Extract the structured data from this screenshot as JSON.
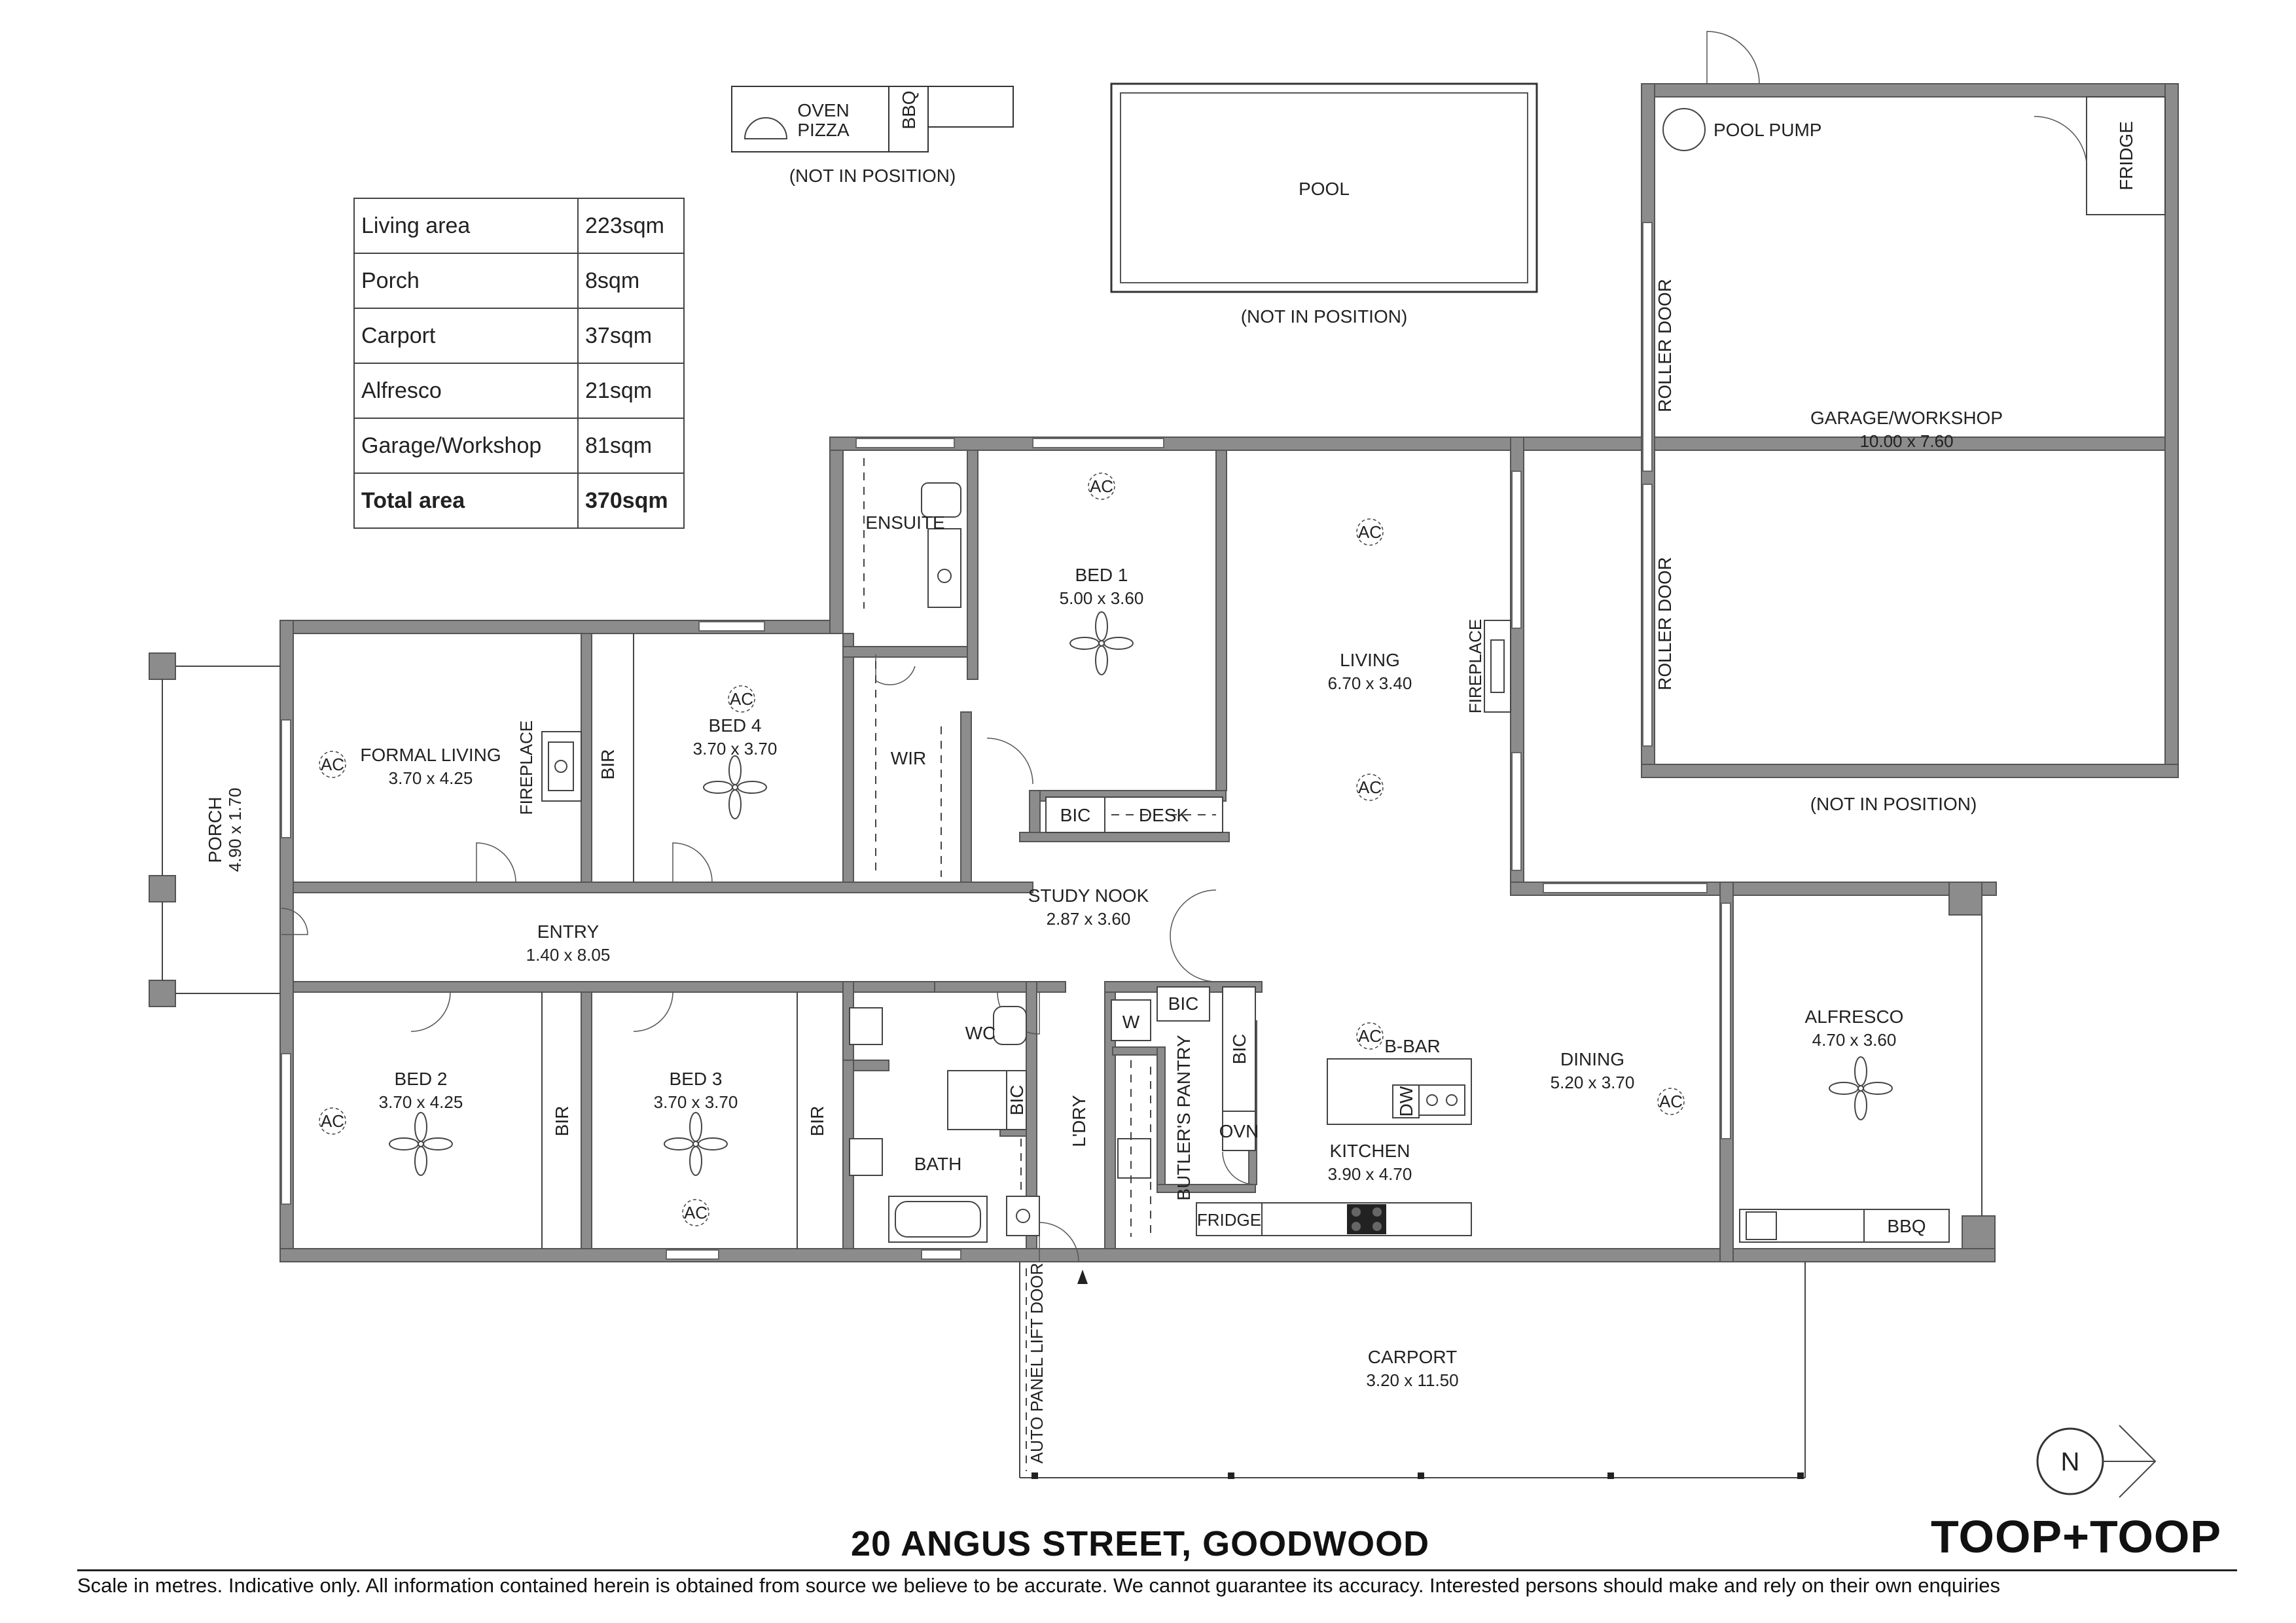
{
  "areas": [
    {
      "label": "Living area",
      "value": "223sqm"
    },
    {
      "label": "Porch",
      "value": "8sqm"
    },
    {
      "label": "Carport",
      "value": "37sqm"
    },
    {
      "label": "Alfresco",
      "value": "21sqm"
    },
    {
      "label": "Garage/Workshop",
      "value": "81sqm"
    },
    {
      "label": "Total area",
      "value": "370sqm"
    }
  ],
  "rooms": {
    "bed1": {
      "name": "BED 1",
      "dims": "5.00 x 3.60"
    },
    "bed2": {
      "name": "BED 2",
      "dims": "3.70 x 4.25"
    },
    "bed3": {
      "name": "BED 3",
      "dims": "3.70 x 3.70"
    },
    "bed4": {
      "name": "BED 4",
      "dims": "3.70 x 3.70"
    },
    "formal_living": {
      "name": "FORMAL LIVING",
      "dims": "3.70 x 4.25"
    },
    "living": {
      "name": "LIVING",
      "dims": "6.70 x 3.40"
    },
    "study": {
      "name": "STUDY NOOK",
      "dims": "2.87 x 3.60"
    },
    "entry": {
      "name": "ENTRY",
      "dims": "1.40 x 8.05"
    },
    "porch": {
      "name": "PORCH",
      "dims": "4.90 x 1.70"
    },
    "dining": {
      "name": "DINING",
      "dims": "5.20 x 3.70"
    },
    "kitchen": {
      "name": "KITCHEN",
      "dims": "3.90 x 4.70"
    },
    "alfresco": {
      "name": "ALFRESCO",
      "dims": "4.70 x 3.60"
    },
    "carport": {
      "name": "CARPORT",
      "dims": "3.20 x 11.50"
    },
    "garage": {
      "name": "GARAGE/WORKSHOP",
      "dims": "10.00 x 7.60"
    }
  },
  "labels": {
    "ensuite": "ENSUITE",
    "wir": "WIR",
    "bir": "BIR",
    "bic": "BIC",
    "desk": "DESK",
    "wc": "WC",
    "bath": "BATH",
    "laundry": "L'DRY",
    "butlers_pantry": "BUTLER'S PANTRY",
    "w": "W",
    "ovn": "OVN",
    "bbar": "B-BAR",
    "dw": "DW",
    "fridge": "FRIDGE",
    "bbq": "BBQ",
    "fireplace": "FIREPLACE",
    "ac": "AC",
    "pool": "POOL",
    "pool_pump": "POOL PUMP",
    "roller_door": "ROLLER DOOR",
    "oven_pizza_1": "OVEN",
    "oven_pizza_2": "PIZZA",
    "not_in_position": "(NOT IN POSITION)",
    "auto_door": "AUTO PANEL LIFT DOOR",
    "north": "N"
  },
  "address": "20 ANGUS STREET, GOODWOOD",
  "brand": "TOOP+TOOP",
  "disclaimer": "Scale in metres. Indicative only. All information contained herein is obtained from source we believe to be accurate. We cannot guarantee its accuracy. Interested persons should make and rely on their own enquiries"
}
